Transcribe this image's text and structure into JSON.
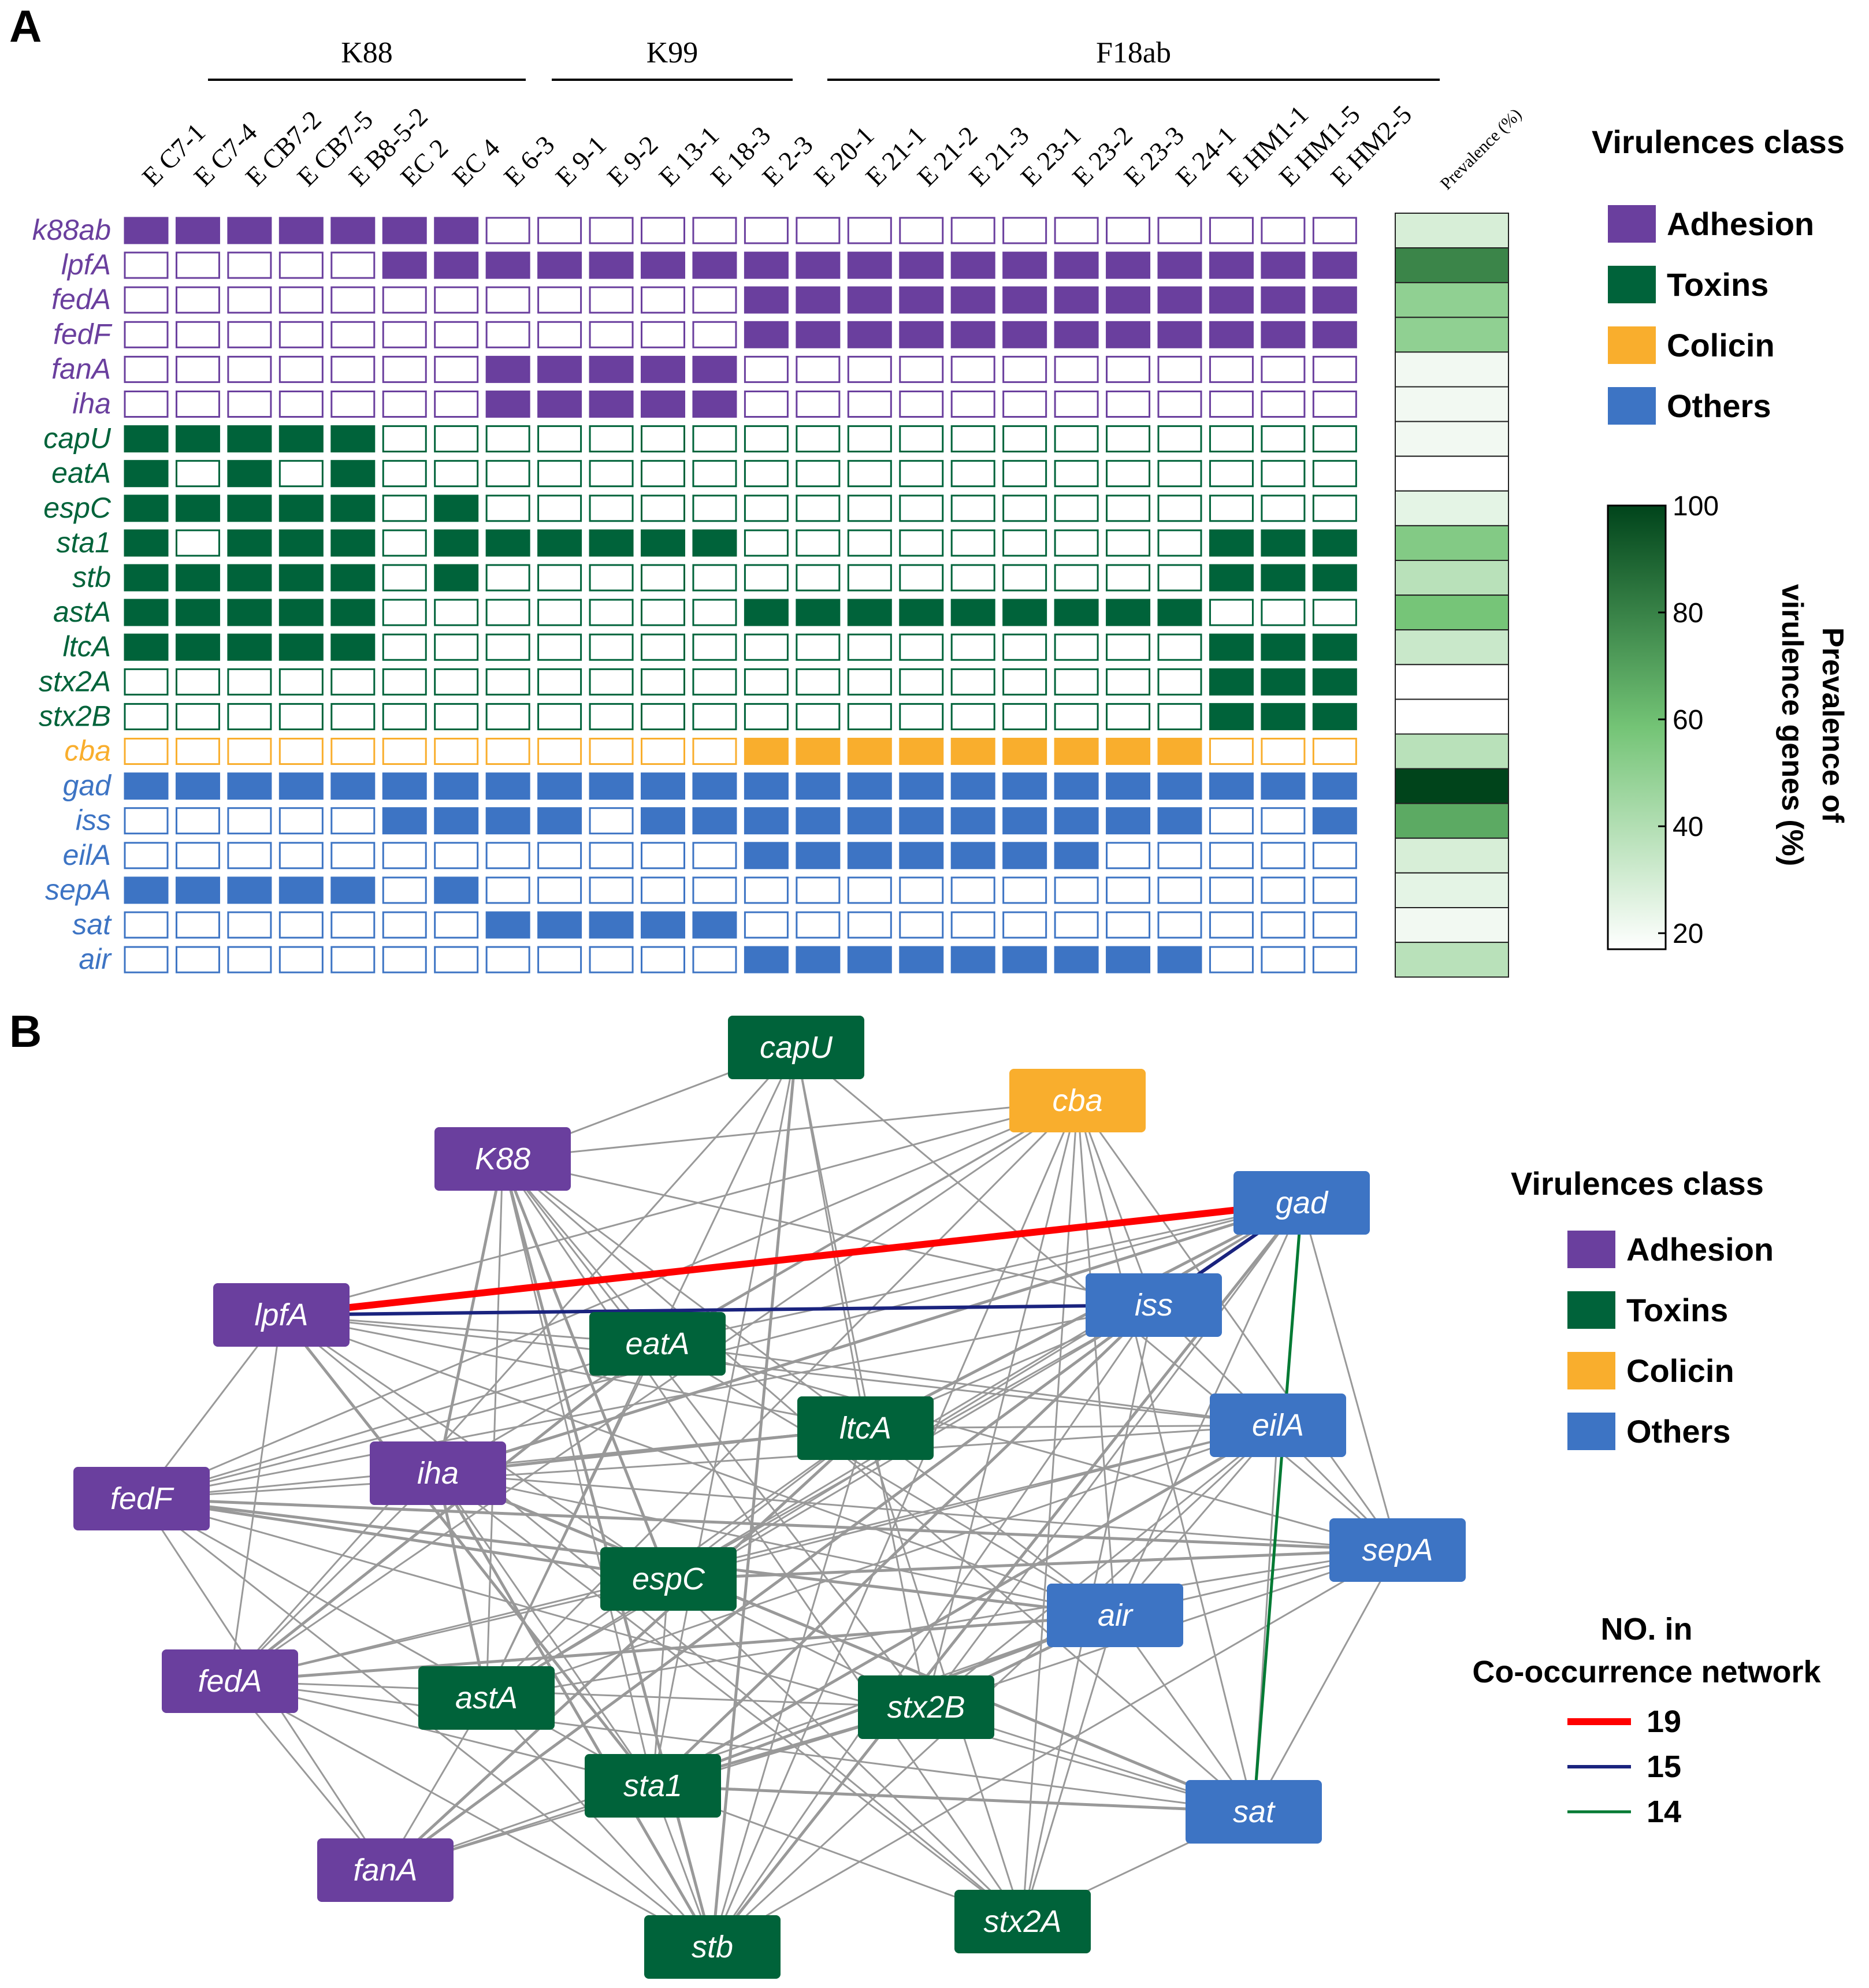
{
  "panel_a": {
    "letter": "A",
    "groups": [
      {
        "label": "K88",
        "from": 0,
        "to": 6
      },
      {
        "label": "K99",
        "from": 7,
        "to": 11
      },
      {
        "label": "F18ab",
        "from": 12,
        "to": 24
      }
    ],
    "prevalence_header": "Prevalence (%)",
    "legend_title": "Virulences class",
    "classes": [
      {
        "key": "adhesion",
        "label": "Adhesion",
        "color": "#6a3f9e"
      },
      {
        "key": "toxins",
        "label": "Toxins",
        "color": "#00633a"
      },
      {
        "key": "colicin",
        "label": "Colicin",
        "color": "#f9ae2d"
      },
      {
        "key": "others",
        "label": "Others",
        "color": "#3d74c4"
      }
    ],
    "colorbar": {
      "title_line1": "Prevalence of",
      "title_line2": "virulence genes (%)",
      "ticks": [
        20,
        40,
        60,
        80,
        100
      ],
      "range": [
        17,
        100
      ],
      "low_color": "#ffffff",
      "high_color": "#00441b"
    }
  },
  "chart_data": [
    {
      "type": "heatmap",
      "columns": [
        "E C7-1",
        "E C7-4",
        "E CB7-2",
        "E CB7-5",
        "E B8-5-2",
        "EC 2",
        "EC 4",
        "E 6-3",
        "E 9-1",
        "E 9-2",
        "E 13-1",
        "E 18-3",
        "E 2-3",
        "E 20-1",
        "E 21-1",
        "E 21-2",
        "E 21-3",
        "E 23-1",
        "E 23-2",
        "E 23-3",
        "E 24-1",
        "E HM1-1",
        "E HM1-5",
        "E HM2-5"
      ],
      "rows": [
        {
          "gene": "k88ab",
          "class": "adhesion",
          "values": [
            1,
            1,
            1,
            1,
            1,
            1,
            1,
            0,
            0,
            0,
            0,
            0,
            0,
            0,
            0,
            0,
            0,
            0,
            0,
            0,
            0,
            0,
            0,
            0
          ],
          "prevalence": 29
        },
        {
          "gene": "lpfA",
          "class": "adhesion",
          "values": [
            0,
            0,
            0,
            0,
            0,
            1,
            1,
            1,
            1,
            1,
            1,
            1,
            1,
            1,
            1,
            1,
            1,
            1,
            1,
            1,
            1,
            1,
            1,
            1
          ],
          "prevalence": 79
        },
        {
          "gene": "fedA",
          "class": "adhesion",
          "values": [
            0,
            0,
            0,
            0,
            0,
            0,
            0,
            0,
            0,
            0,
            0,
            0,
            1,
            1,
            1,
            1,
            1,
            1,
            1,
            1,
            1,
            1,
            1,
            1
          ],
          "prevalence": 50
        },
        {
          "gene": "fedF",
          "class": "adhesion",
          "values": [
            0,
            0,
            0,
            0,
            0,
            0,
            0,
            0,
            0,
            0,
            0,
            0,
            1,
            1,
            1,
            1,
            1,
            1,
            1,
            1,
            1,
            1,
            1,
            1
          ],
          "prevalence": 50
        },
        {
          "gene": "fanA",
          "class": "adhesion",
          "values": [
            0,
            0,
            0,
            0,
            0,
            0,
            0,
            1,
            1,
            1,
            1,
            1,
            0,
            0,
            0,
            0,
            0,
            0,
            0,
            0,
            0,
            0,
            0,
            0
          ],
          "prevalence": 21
        },
        {
          "gene": "iha",
          "class": "adhesion",
          "values": [
            0,
            0,
            0,
            0,
            0,
            0,
            0,
            1,
            1,
            1,
            1,
            1,
            0,
            0,
            0,
            0,
            0,
            0,
            0,
            0,
            0,
            0,
            0,
            0
          ],
          "prevalence": 21
        },
        {
          "gene": "capU",
          "class": "toxins",
          "values": [
            1,
            1,
            1,
            1,
            1,
            0,
            0,
            0,
            0,
            0,
            0,
            0,
            0,
            0,
            0,
            0,
            0,
            0,
            0,
            0,
            0,
            0,
            0,
            0
          ],
          "prevalence": 21
        },
        {
          "gene": "eatA",
          "class": "toxins",
          "values": [
            1,
            0,
            1,
            0,
            1,
            0,
            0,
            0,
            0,
            0,
            0,
            0,
            0,
            0,
            0,
            0,
            0,
            0,
            0,
            0,
            0,
            0,
            0,
            0
          ],
          "prevalence": 13
        },
        {
          "gene": "espC",
          "class": "toxins",
          "values": [
            1,
            1,
            1,
            1,
            1,
            0,
            1,
            0,
            0,
            0,
            0,
            0,
            0,
            0,
            0,
            0,
            0,
            0,
            0,
            0,
            0,
            0,
            0,
            0
          ],
          "prevalence": 25
        },
        {
          "gene": "sta1",
          "class": "toxins",
          "values": [
            1,
            0,
            1,
            1,
            1,
            0,
            1,
            1,
            1,
            1,
            1,
            1,
            0,
            0,
            0,
            0,
            0,
            0,
            0,
            0,
            0,
            1,
            1,
            1
          ],
          "prevalence": 54
        },
        {
          "gene": "stb",
          "class": "toxins",
          "values": [
            1,
            1,
            1,
            1,
            1,
            0,
            1,
            0,
            0,
            0,
            0,
            0,
            0,
            0,
            0,
            0,
            0,
            0,
            0,
            0,
            0,
            1,
            1,
            1
          ],
          "prevalence": 38
        },
        {
          "gene": "astA",
          "class": "toxins",
          "values": [
            1,
            1,
            1,
            1,
            1,
            0,
            0,
            0,
            0,
            0,
            0,
            0,
            1,
            1,
            1,
            1,
            1,
            1,
            1,
            1,
            1,
            0,
            0,
            0
          ],
          "prevalence": 58
        },
        {
          "gene": "ltcA",
          "class": "toxins",
          "values": [
            1,
            1,
            1,
            1,
            1,
            0,
            0,
            0,
            0,
            0,
            0,
            0,
            0,
            0,
            0,
            0,
            0,
            0,
            0,
            0,
            0,
            1,
            1,
            1
          ],
          "prevalence": 33
        },
        {
          "gene": "stx2A",
          "class": "toxins",
          "values": [
            0,
            0,
            0,
            0,
            0,
            0,
            0,
            0,
            0,
            0,
            0,
            0,
            0,
            0,
            0,
            0,
            0,
            0,
            0,
            0,
            0,
            1,
            1,
            1
          ],
          "prevalence": 13
        },
        {
          "gene": "stx2B",
          "class": "toxins",
          "values": [
            0,
            0,
            0,
            0,
            0,
            0,
            0,
            0,
            0,
            0,
            0,
            0,
            0,
            0,
            0,
            0,
            0,
            0,
            0,
            0,
            0,
            1,
            1,
            1
          ],
          "prevalence": 13
        },
        {
          "gene": "cba",
          "class": "colicin",
          "values": [
            0,
            0,
            0,
            0,
            0,
            0,
            0,
            0,
            0,
            0,
            0,
            0,
            1,
            1,
            1,
            1,
            1,
            1,
            1,
            1,
            1,
            0,
            0,
            0
          ],
          "prevalence": 38
        },
        {
          "gene": "gad",
          "class": "others",
          "values": [
            1,
            1,
            1,
            1,
            1,
            1,
            1,
            1,
            1,
            1,
            1,
            1,
            1,
            1,
            1,
            1,
            1,
            1,
            1,
            1,
            1,
            1,
            1,
            1
          ],
          "prevalence": 100
        },
        {
          "gene": "iss",
          "class": "others",
          "values": [
            0,
            0,
            0,
            0,
            0,
            1,
            1,
            1,
            1,
            0,
            1,
            1,
            1,
            1,
            1,
            1,
            1,
            1,
            1,
            1,
            1,
            0,
            0,
            1
          ],
          "prevalence": 67
        },
        {
          "gene": "eilA",
          "class": "others",
          "values": [
            0,
            0,
            0,
            0,
            0,
            0,
            0,
            0,
            0,
            0,
            0,
            0,
            1,
            1,
            1,
            1,
            1,
            1,
            1,
            0,
            0,
            0,
            0,
            0
          ],
          "prevalence": 29
        },
        {
          "gene": "sepA",
          "class": "others",
          "values": [
            1,
            1,
            1,
            1,
            1,
            0,
            1,
            0,
            0,
            0,
            0,
            0,
            0,
            0,
            0,
            0,
            0,
            0,
            0,
            0,
            0,
            0,
            0,
            0
          ],
          "prevalence": 25
        },
        {
          "gene": "sat",
          "class": "others",
          "values": [
            0,
            0,
            0,
            0,
            0,
            0,
            0,
            1,
            1,
            1,
            1,
            1,
            0,
            0,
            0,
            0,
            0,
            0,
            0,
            0,
            0,
            0,
            0,
            0
          ],
          "prevalence": 21
        },
        {
          "gene": "air",
          "class": "others",
          "values": [
            0,
            0,
            0,
            0,
            0,
            0,
            0,
            0,
            0,
            0,
            0,
            0,
            1,
            1,
            1,
            1,
            1,
            1,
            1,
            1,
            1,
            0,
            0,
            0
          ],
          "prevalence": 38
        }
      ]
    },
    {
      "type": "network",
      "nodes": [
        {
          "label": "capU",
          "class": "toxins"
        },
        {
          "label": "cba",
          "class": "colicin"
        },
        {
          "label": "K88",
          "class": "adhesion"
        },
        {
          "label": "gad",
          "class": "others"
        },
        {
          "label": "lpfA",
          "class": "adhesion"
        },
        {
          "label": "iss",
          "class": "others"
        },
        {
          "label": "eatA",
          "class": "toxins"
        },
        {
          "label": "ltcA",
          "class": "toxins"
        },
        {
          "label": "eilA",
          "class": "others"
        },
        {
          "label": "iha",
          "class": "adhesion"
        },
        {
          "label": "fedF",
          "class": "adhesion"
        },
        {
          "label": "espC",
          "class": "toxins"
        },
        {
          "label": "sepA",
          "class": "others"
        },
        {
          "label": "air",
          "class": "others"
        },
        {
          "label": "fedA",
          "class": "adhesion"
        },
        {
          "label": "astA",
          "class": "toxins"
        },
        {
          "label": "stx2B",
          "class": "toxins"
        },
        {
          "label": "sta1",
          "class": "toxins"
        },
        {
          "label": "sat",
          "class": "others"
        },
        {
          "label": "fanA",
          "class": "adhesion"
        },
        {
          "label": "stx2A",
          "class": "toxins"
        },
        {
          "label": "stb",
          "class": "toxins"
        }
      ],
      "highlighted_edges": [
        {
          "source": "lpfA",
          "target": "gad",
          "weight": 19,
          "color": "#ff0000"
        },
        {
          "source": "lpfA",
          "target": "iss",
          "weight": 15,
          "color": "#1a237e"
        },
        {
          "source": "iss",
          "target": "gad",
          "weight": 15,
          "color": "#1a237e"
        },
        {
          "source": "gad",
          "target": "sat",
          "weight": 14,
          "color": "#007a33"
        }
      ],
      "edge_color": "#999999"
    }
  ],
  "panel_b": {
    "letter": "B",
    "legend_title": "Virulences class",
    "edge_legend_title_1": "NO. in",
    "edge_legend_title_2": "Co-occurrence network",
    "edge_legend": [
      {
        "label": "19",
        "color": "#ff0000"
      },
      {
        "label": "15",
        "color": "#1a237e"
      },
      {
        "label": "14",
        "color": "#007a33"
      }
    ]
  }
}
